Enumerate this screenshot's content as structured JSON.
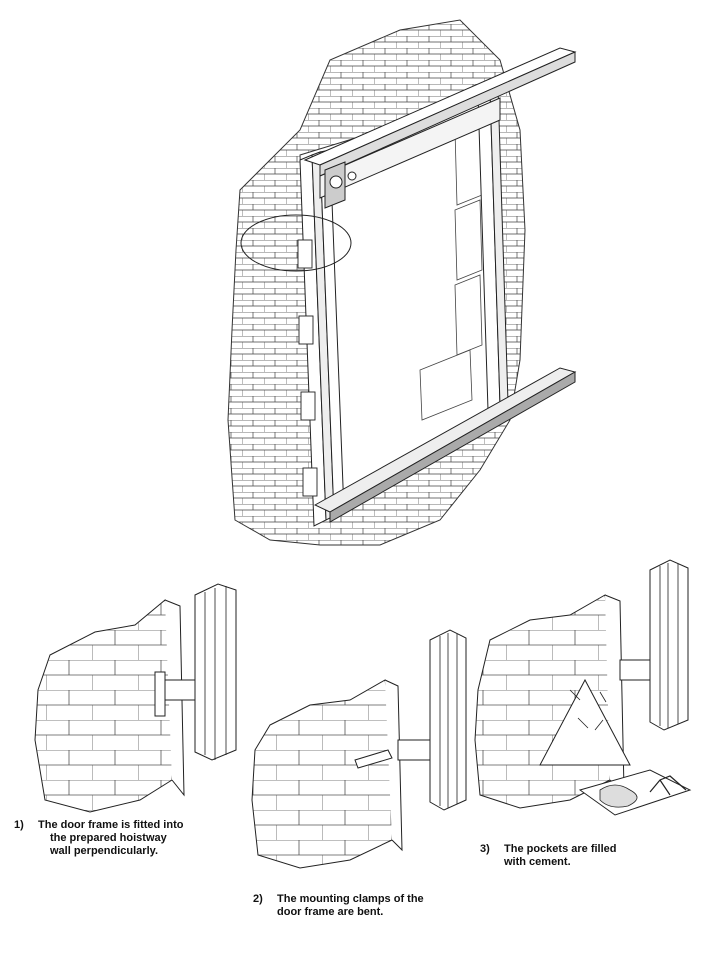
{
  "steps": [
    {
      "number": "1)",
      "lines": [
        "The door frame is fitted into",
        "the prepared hoistway",
        "wall perpendicularly."
      ]
    },
    {
      "number": "2)",
      "lines": [
        "The mounting clamps of the",
        "door frame are bent."
      ]
    },
    {
      "number": "3)",
      "lines": [
        "The pockets are filled",
        "with cement."
      ]
    }
  ],
  "colors": {
    "line": "#222222",
    "background": "#ffffff"
  }
}
